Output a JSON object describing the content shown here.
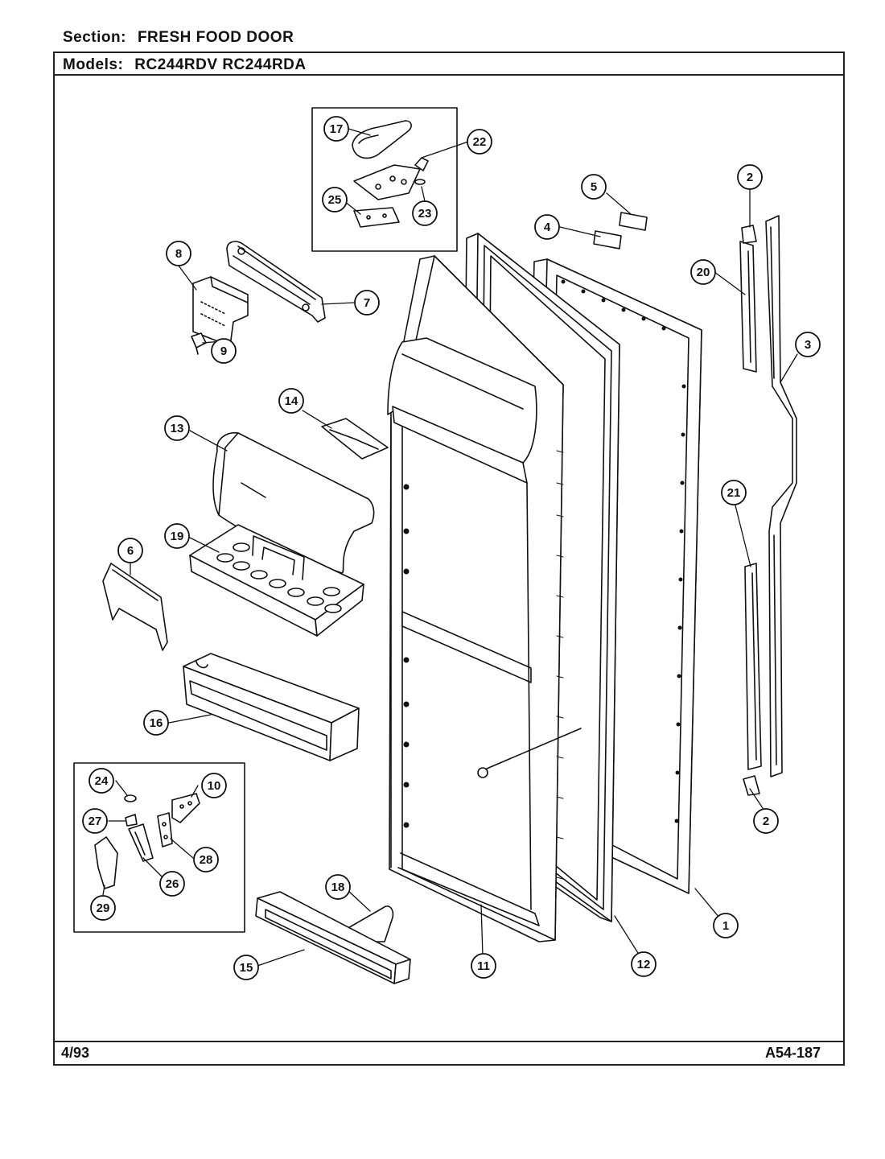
{
  "header": {
    "section_label": "Section:",
    "section_value": "FRESH FOOD DOOR",
    "models_label": "Models:",
    "models_value": "RC244RDV RC244RDA"
  },
  "footer": {
    "date": "4/93",
    "code": "A54-187"
  },
  "callouts": {
    "c1": "1",
    "c2a": "2",
    "c2b": "2",
    "c3": "3",
    "c4": "4",
    "c5": "5",
    "c6": "6",
    "c7": "7",
    "c8": "8",
    "c9": "9",
    "c10": "10",
    "c11": "11",
    "c12": "12",
    "c13": "13",
    "c14": "14",
    "c15": "15",
    "c16": "16",
    "c17": "17",
    "c18": "18",
    "c19": "19",
    "c20": "20",
    "c21": "21",
    "c22": "22",
    "c23": "23",
    "c24": "24",
    "c25": "25",
    "c26": "26",
    "c27": "27",
    "c28": "28",
    "c29": "29"
  },
  "colors": {
    "ink": "#111111",
    "paper": "#ffffff"
  }
}
